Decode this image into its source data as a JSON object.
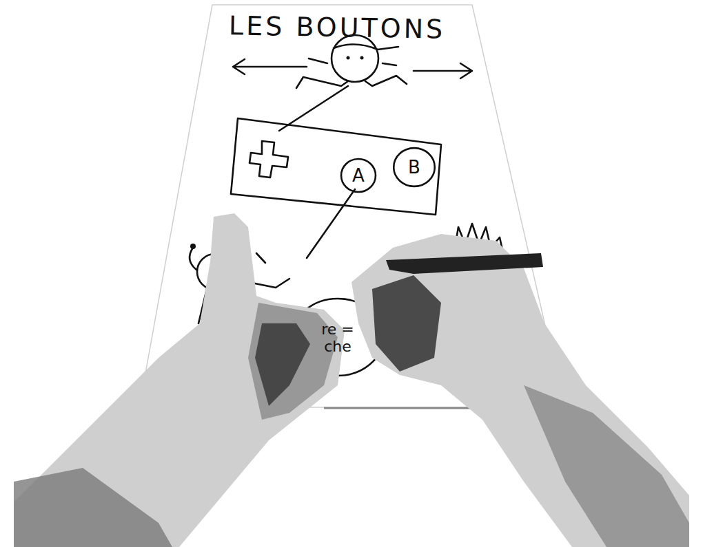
{
  "diagram": {
    "title": "LES BOUTONS",
    "nodes": [
      {
        "text": [
          "A"
        ]
      },
      {
        "text": [
          "B"
        ]
      },
      {
        "text": [
          "re = che"
        ]
      }
    ]
  }
}
